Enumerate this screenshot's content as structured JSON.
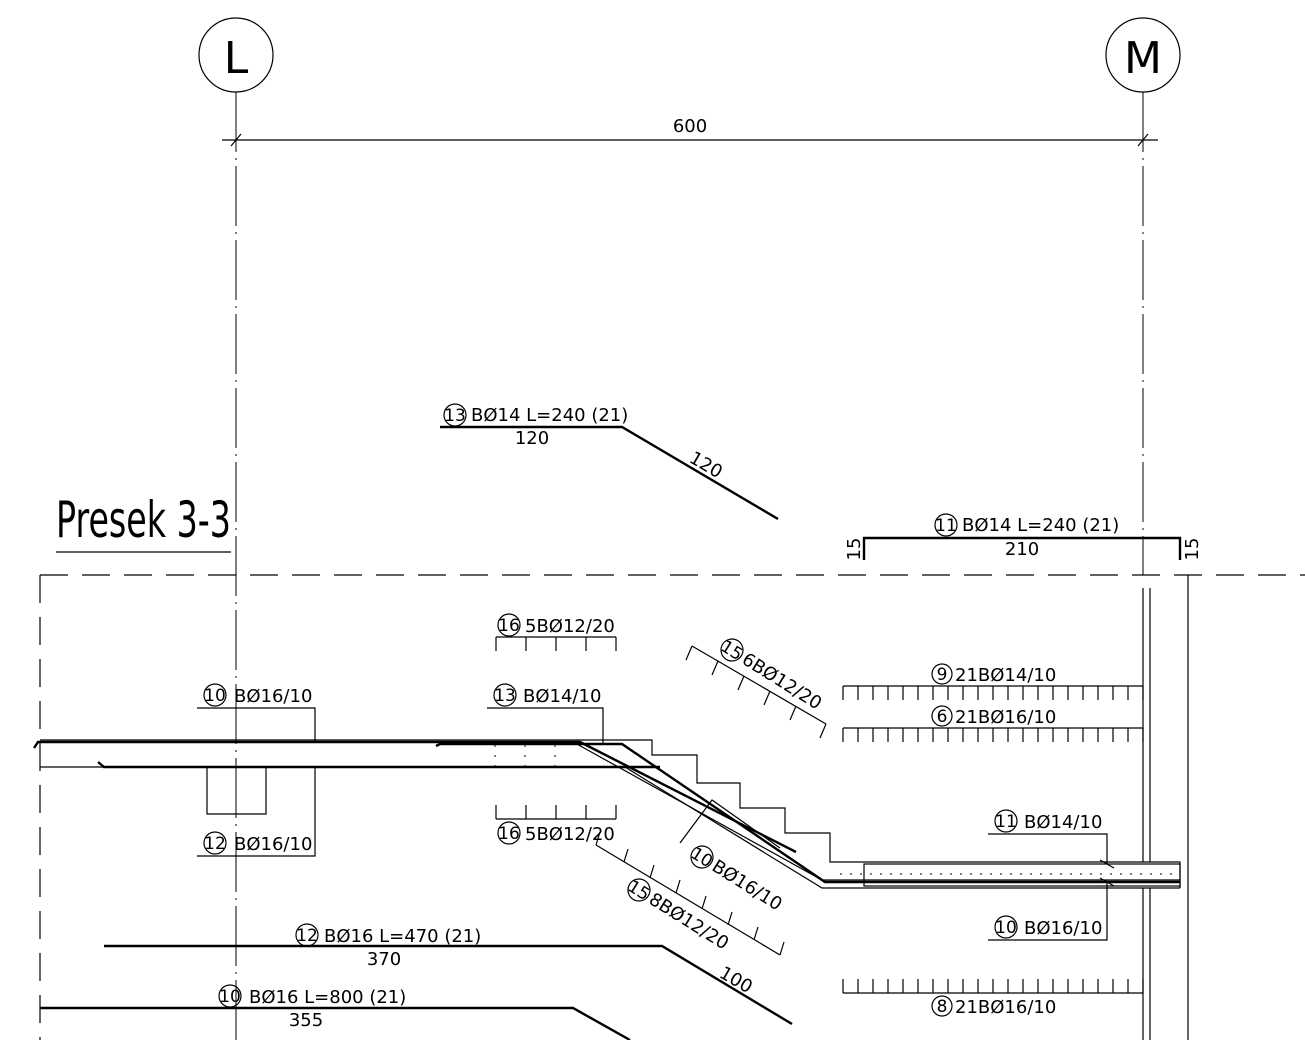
{
  "title": "Presek 3-3",
  "axes": [
    {
      "label": "L"
    },
    {
      "label": "M"
    }
  ],
  "dimensions": {
    "span": "600",
    "bar13_horizontal": "120",
    "bar13_sloped": "120",
    "bar11_main": "210",
    "bar11_left_hook": "15",
    "bar11_right_hook": "15",
    "bar12_horizontal": "370",
    "bar12_sloped": "100",
    "bar10_horizontal": "355"
  },
  "bar_schedule": {
    "bar13": {
      "mark": "13",
      "spec": "BØ14 L=240 (21)"
    },
    "bar11": {
      "mark": "11",
      "spec": "BØ14 L=240 (21)"
    },
    "bar12": {
      "mark": "12",
      "spec": "BØ16 L=470 (21)"
    },
    "bar10": {
      "mark": "10",
      "spec": "BØ16 L=800 (21)"
    }
  },
  "section_labels": {
    "l16_top": {
      "mark": "16",
      "spec": "5BØ12/20"
    },
    "l15_top": {
      "mark": "15",
      "spec": "6BØ12/20"
    },
    "l10_left": {
      "mark": "10",
      "spec": "BØ16/10"
    },
    "l13_mid": {
      "mark": "13",
      "spec": "BØ14/10"
    },
    "l9": {
      "mark": "9",
      "spec": "21BØ14/10"
    },
    "l6": {
      "mark": "6",
      "spec": "21BØ16/10"
    },
    "l12_left": {
      "mark": "12",
      "spec": "BØ16/10"
    },
    "l16_bottom": {
      "mark": "16",
      "spec": "5BØ12/20"
    },
    "l10_sloped": {
      "mark": "10",
      "spec": "BØ16/10"
    },
    "l15_bottom": {
      "mark": "15",
      "spec": "8BØ12/20"
    },
    "l11_right": {
      "mark": "11",
      "spec": "BØ14/10"
    },
    "l10_right": {
      "mark": "10",
      "spec": "BØ16/10"
    },
    "l8": {
      "mark": "8",
      "spec": "21BØ16/10"
    }
  }
}
